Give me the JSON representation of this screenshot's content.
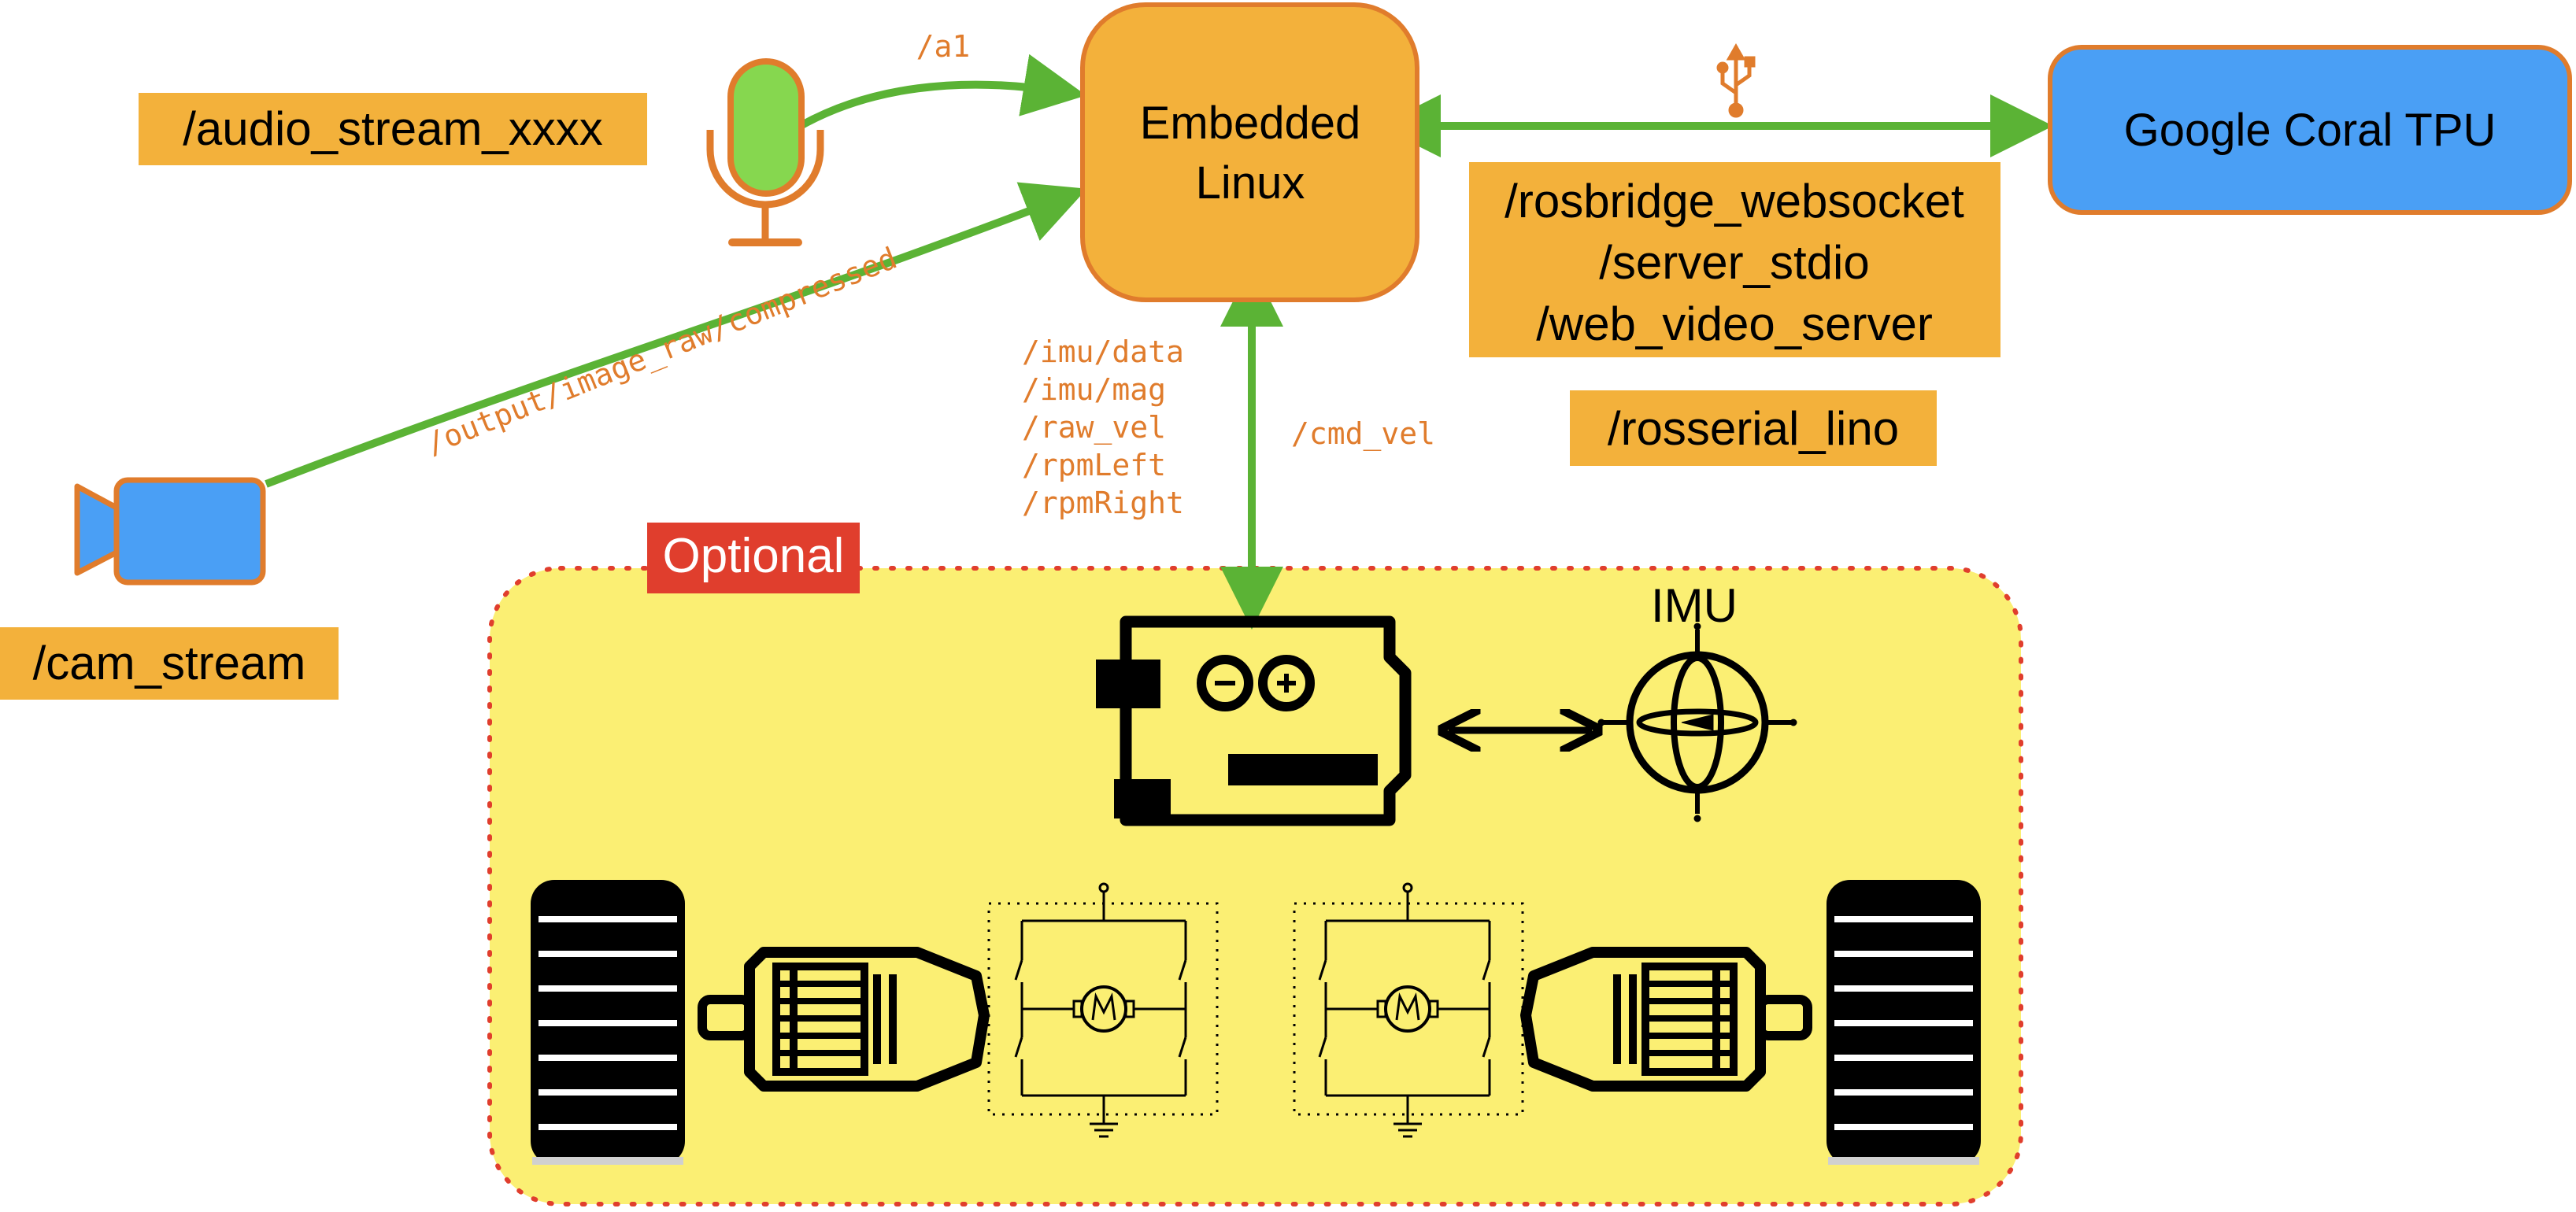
{
  "nodes": {
    "embedded_linux": {
      "line1": "Embedded",
      "line2": "Linux"
    },
    "coral": {
      "label": "Google Coral TPU"
    },
    "optional": {
      "label": "Optional"
    },
    "imu": {
      "label": "IMU"
    }
  },
  "topics": {
    "audio_stream": "/audio_stream_xxxx",
    "cam_stream": "/cam_stream",
    "rosbridge": "/rosbridge_websocket",
    "server_stdio": "/server_stdio",
    "web_video": "/web_video_server",
    "rosserial": "/rosserial_lino"
  },
  "edges": {
    "a1": "/a1",
    "image": "/output/image_raw/compressed",
    "cmd_vel": "/cmd_vel",
    "serial_topics": [
      "/imu/data",
      "/imu/mag",
      "/raw_vel",
      "/rpmLeft",
      "/rpmRight"
    ]
  },
  "colors": {
    "orange": "#f3b13b",
    "orange_border": "#e07c2c",
    "green_link": "#5bb335",
    "blue_node": "#4a9ff5",
    "optional_fill": "#fbef73",
    "optional_border": "#e03e2d",
    "optional_tag": "#e03e2d"
  },
  "icons": [
    "microphone-icon",
    "video-camera-icon",
    "usb-icon",
    "arduino-board-icon",
    "imu-gyroscope-icon",
    "wheel-icon",
    "dc-motor-icon",
    "h-bridge-icon"
  ]
}
